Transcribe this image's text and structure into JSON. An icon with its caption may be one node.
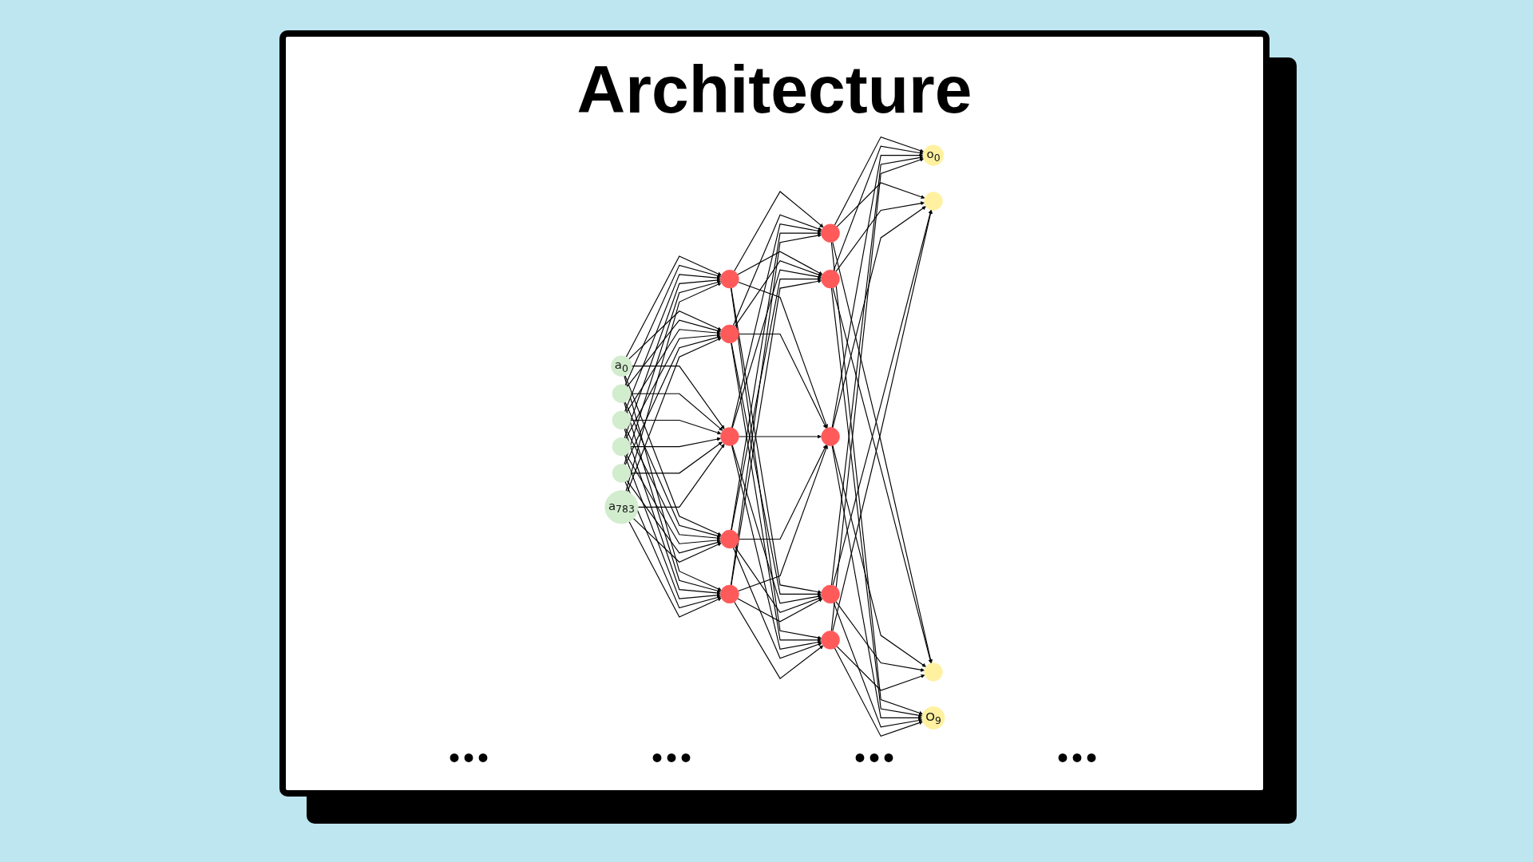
{
  "diagram": {
    "title": "Architecture",
    "nodes": [
      {
        "text": [
          "a$_{0}$"
        ]
      },
      {
        "text": [],
        "shape": "circle"
      },
      {
        "text": [],
        "shape": "circle"
      },
      {
        "text": [],
        "shape": "circle"
      },
      {
        "text": [],
        "shape": "circle"
      },
      {
        "text": [
          "a$_{783}$"
        ]
      },
      {
        "text": [],
        "shape": "circle"
      },
      {
        "text": [],
        "shape": "circle"
      },
      {
        "text": [],
        "shape": "circle"
      },
      {
        "text": [],
        "shape": "circle"
      },
      {
        "text": [],
        "shape": "circle"
      },
      {
        "text": [],
        "shape": "circle"
      },
      {
        "text": [],
        "shape": "circle"
      },
      {
        "text": [],
        "shape": "circle"
      },
      {
        "text": [],
        "shape": "circle"
      },
      {
        "text": [],
        "shape": "circle"
      },
      {
        "text": [
          "o$_{0}$"
        ]
      },
      {
        "text": [],
        "shape": "circle"
      },
      {
        "text": [],
        "shape": "circle"
      },
      {
        "text": [
          "O$_{9}$"
        ]
      }
    ],
    "edges": [
      {
        "from": 0,
        "to": 6,
        "arrow": "to"
      },
      {
        "from": 0,
        "to": 7,
        "arrow": "to"
      },
      {
        "from": 0,
        "to": 8,
        "arrow": "to"
      },
      {
        "from": 0,
        "to": 9,
        "arrow": "to"
      },
      {
        "from": 0,
        "to": 10,
        "arrow": "to"
      },
      {
        "from": 1,
        "to": 6,
        "arrow": "to"
      },
      {
        "from": 1,
        "to": 7,
        "arrow": "to"
      },
      {
        "from": 1,
        "to": 8,
        "arrow": "to"
      },
      {
        "from": 1,
        "to": 9,
        "arrow": "to"
      },
      {
        "from": 1,
        "to": 10,
        "arrow": "to"
      },
      {
        "from": 2,
        "to": 6,
        "arrow": "to"
      },
      {
        "from": 2,
        "to": 7,
        "arrow": "to"
      },
      {
        "from": 2,
        "to": 8,
        "arrow": "to"
      },
      {
        "from": 2,
        "to": 9,
        "arrow": "to"
      },
      {
        "from": 2,
        "to": 10,
        "arrow": "to"
      },
      {
        "from": 3,
        "to": 6,
        "arrow": "to"
      },
      {
        "from": 3,
        "to": 7,
        "arrow": "to"
      },
      {
        "from": 3,
        "to": 8,
        "arrow": "to"
      },
      {
        "from": 3,
        "to": 9,
        "arrow": "to"
      },
      {
        "from": 3,
        "to": 10,
        "arrow": "to"
      },
      {
        "from": 4,
        "to": 6,
        "arrow": "to"
      },
      {
        "from": 4,
        "to": 7,
        "arrow": "to"
      },
      {
        "from": 4,
        "to": 8,
        "arrow": "to"
      },
      {
        "from": 4,
        "to": 9,
        "arrow": "to"
      },
      {
        "from": 4,
        "to": 10,
        "arrow": "to"
      },
      {
        "from": 5,
        "to": 6,
        "arrow": "to"
      },
      {
        "from": 5,
        "to": 7,
        "arrow": "to"
      },
      {
        "from": 5,
        "to": 8,
        "arrow": "to"
      },
      {
        "from": 5,
        "to": 9,
        "arrow": "to"
      },
      {
        "from": 5,
        "to": 10,
        "arrow": "to"
      },
      {
        "from": 6,
        "to": 11,
        "arrow": "to"
      },
      {
        "from": 6,
        "to": 12,
        "arrow": "to"
      },
      {
        "from": 6,
        "to": 13,
        "arrow": "to"
      },
      {
        "from": 6,
        "to": 14,
        "arrow": "to"
      },
      {
        "from": 6,
        "to": 15,
        "arrow": "to"
      },
      {
        "from": 7,
        "to": 11,
        "arrow": "to"
      },
      {
        "from": 7,
        "to": 12,
        "arrow": "to"
      },
      {
        "from": 7,
        "to": 13,
        "arrow": "to"
      },
      {
        "from": 7,
        "to": 14,
        "arrow": "to"
      },
      {
        "from": 7,
        "to": 15,
        "arrow": "to"
      },
      {
        "from": 8,
        "to": 11,
        "arrow": "to"
      },
      {
        "from": 8,
        "to": 12,
        "arrow": "to"
      },
      {
        "from": 8,
        "to": 13,
        "arrow": "to"
      },
      {
        "from": 8,
        "to": 14,
        "arrow": "to"
      },
      {
        "from": 8,
        "to": 15,
        "arrow": "to"
      },
      {
        "from": 9,
        "to": 11,
        "arrow": "to"
      },
      {
        "from": 9,
        "to": 12,
        "arrow": "to"
      },
      {
        "from": 9,
        "to": 13,
        "arrow": "to"
      },
      {
        "from": 9,
        "to": 14,
        "arrow": "to"
      },
      {
        "from": 9,
        "to": 15,
        "arrow": "to"
      },
      {
        "from": 10,
        "to": 11,
        "arrow": "to"
      },
      {
        "from": 10,
        "to": 12,
        "arrow": "to"
      },
      {
        "from": 10,
        "to": 13,
        "arrow": "to"
      },
      {
        "from": 10,
        "to": 14,
        "arrow": "to"
      },
      {
        "from": 10,
        "to": 15,
        "arrow": "to"
      },
      {
        "from": 11,
        "to": 16,
        "arrow": "to"
      },
      {
        "from": 11,
        "to": 17,
        "arrow": "to"
      },
      {
        "from": 11,
        "to": 18,
        "arrow": "to"
      },
      {
        "from": 11,
        "to": 19,
        "arrow": "to"
      },
      {
        "from": 12,
        "to": 16,
        "arrow": "to"
      },
      {
        "from": 12,
        "to": 17,
        "arrow": "to"
      },
      {
        "from": 12,
        "to": 18,
        "arrow": "to"
      },
      {
        "from": 12,
        "to": 19,
        "arrow": "to"
      },
      {
        "from": 13,
        "to": 16,
        "arrow": "to"
      },
      {
        "from": 13,
        "to": 17,
        "arrow": "to"
      },
      {
        "from": 13,
        "to": 18,
        "arrow": "to"
      },
      {
        "from": 13,
        "to": 19,
        "arrow": "to"
      },
      {
        "from": 14,
        "to": 16,
        "arrow": "to"
      },
      {
        "from": 14,
        "to": 17,
        "arrow": "to"
      },
      {
        "from": 14,
        "to": 18,
        "arrow": "to"
      },
      {
        "from": 14,
        "to": 19,
        "arrow": "to"
      },
      {
        "from": 15,
        "to": 16,
        "arrow": "to"
      },
      {
        "from": 15,
        "to": 17,
        "arrow": "to"
      },
      {
        "from": 15,
        "to": 18,
        "arrow": "to"
      },
      {
        "from": 15,
        "to": 19,
        "arrow": "to"
      }
    ],
    "labels": [
      "•••",
      "•••",
      "•••",
      "•••"
    ]
  }
}
